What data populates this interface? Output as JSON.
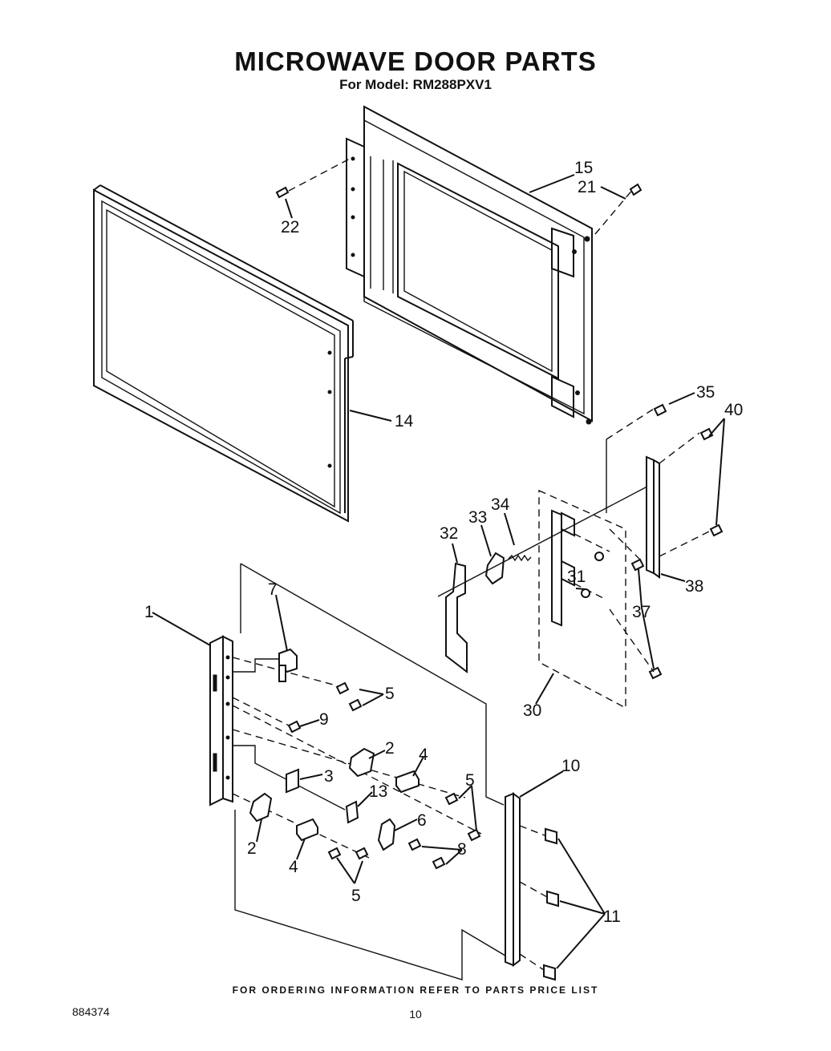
{
  "header": {
    "title": "MICROWAVE DOOR PARTS",
    "subtitle": "For Model: RM288PXV1"
  },
  "callouts": {
    "c1": "1",
    "c2a": "2",
    "c2b": "2",
    "c3": "3",
    "c4a": "4",
    "c4b": "4",
    "c5a": "5",
    "c5b": "5",
    "c5c": "5",
    "c6": "6",
    "c7": "7",
    "c8": "8",
    "c9": "9",
    "c10": "10",
    "c11": "11",
    "c13": "13",
    "c14": "14",
    "c15": "15",
    "c21": "21",
    "c22": "22",
    "c30": "30",
    "c31": "31",
    "c32": "32",
    "c33": "33",
    "c34": "34",
    "c35": "35",
    "c37": "37",
    "c38": "38",
    "c40": "40"
  },
  "footer": {
    "ordering_note": "FOR ORDERING INFORMATION REFER TO PARTS PRICE LIST",
    "doc_number": "884374",
    "page_number": "10"
  }
}
